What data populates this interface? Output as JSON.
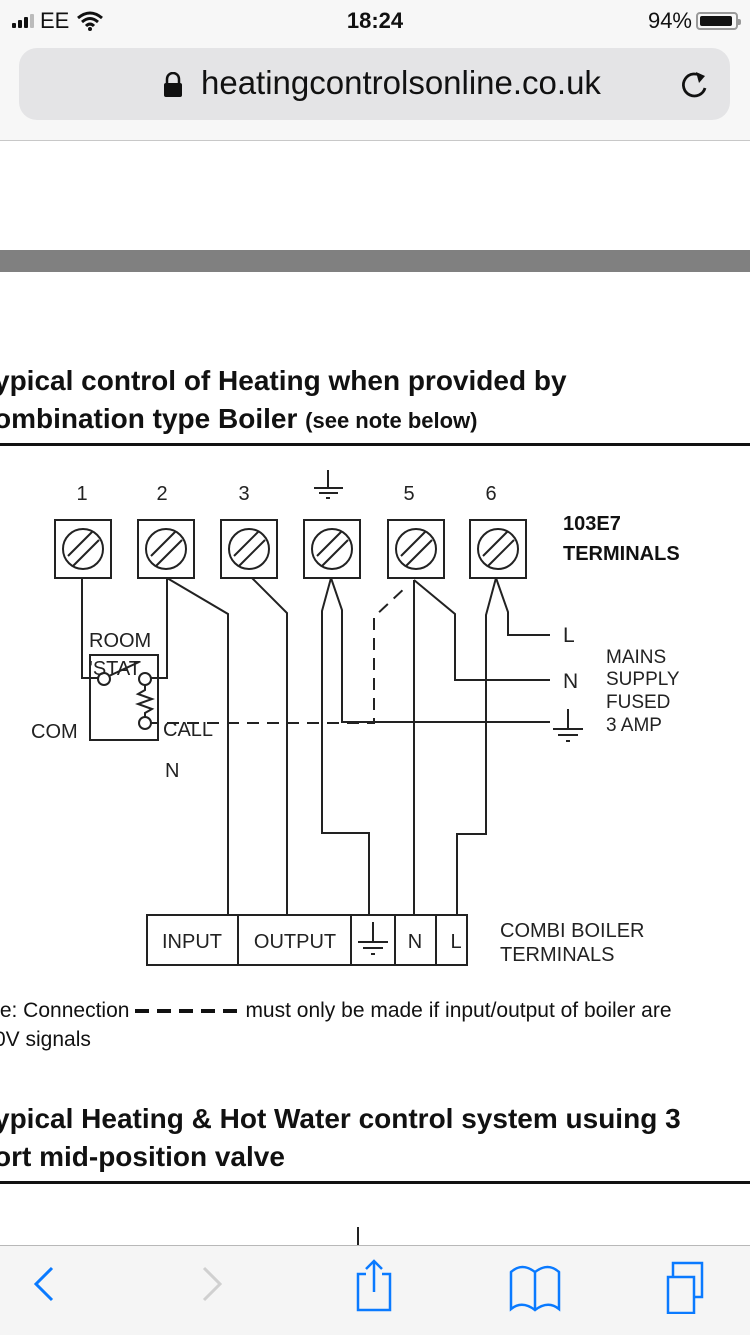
{
  "status_bar": {
    "carrier": "EE",
    "time": "18:24",
    "battery_percent": "94%",
    "battery_level": 0.94
  },
  "browser": {
    "url": "heatingcontrolsonline.co.uk",
    "secure": true
  },
  "section1": {
    "title_line1": "ypical control of Heating when provided by",
    "title_line2": "ombination type Boiler",
    "title_note": "(see note below)"
  },
  "diagram": {
    "terminal_labels": [
      "1",
      "2",
      "3",
      "earth",
      "5",
      "6"
    ],
    "terminals_title_line1": "103E7",
    "terminals_title_line2": "TERMINALS",
    "room_stat_line1": "ROOM",
    "room_stat_line2": "'STAT",
    "com_label": "COM",
    "call_label": "CALL",
    "n_label": "N",
    "mains_l": "L",
    "mains_n": "N",
    "mains_text": [
      "MAINS",
      "SUPPLY",
      "FUSED",
      "3 AMP"
    ],
    "boiler_terminals": [
      "INPUT",
      "OUTPUT",
      "earth",
      "N",
      "L"
    ],
    "boiler_title_line1": "COMBI BOILER",
    "boiler_title_line2": "TERMINALS"
  },
  "note": {
    "prefix": "te: Connection",
    "suffix": "must only be made if input/output of boiler are",
    "line2": "0V signals"
  },
  "section2": {
    "title_line1": "ypical Heating & Hot Water control system usuing 3",
    "title_line2": "ort mid-position valve"
  },
  "toolbar": {
    "back": "back",
    "forward": "forward",
    "share": "share",
    "bookmarks": "bookmarks",
    "tabs": "tabs"
  },
  "colors": {
    "accent": "#0a7aff",
    "disabled": "#d0d0d0",
    "divider": "#808080"
  }
}
